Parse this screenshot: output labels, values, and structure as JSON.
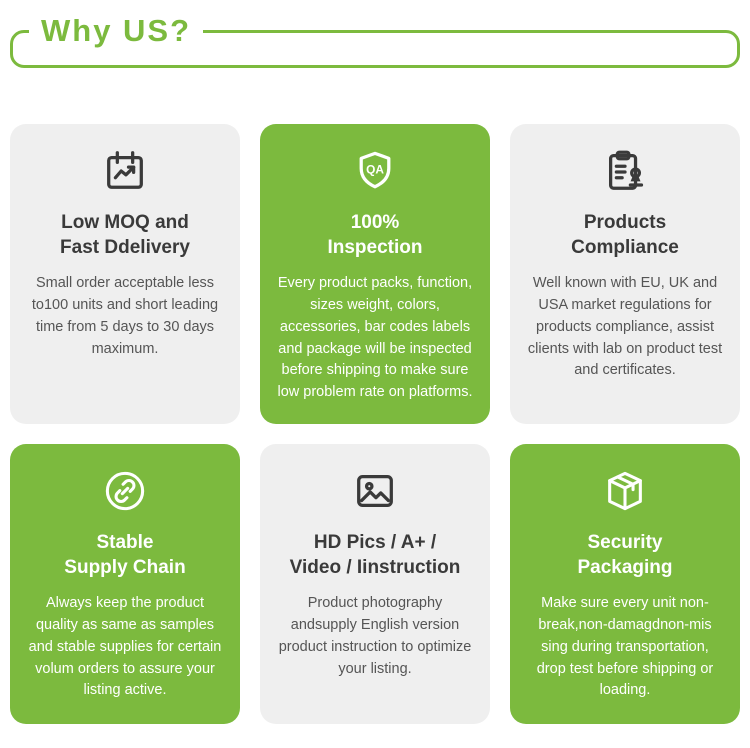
{
  "header": {
    "title": "Why US?"
  },
  "theme": {
    "green": "#7CBA3E",
    "card_gray": "#EFEFEF",
    "title_color": "#3A3A3A",
    "body_color": "#555555",
    "white": "#FFFFFF"
  },
  "cards": [
    {
      "variant": "gray",
      "icon": "calendar-chart-icon",
      "title": "Low MOQ and\nFast Ddelivery",
      "body": "Small order acceptable less to100 units and short leading time from 5 days to 30 days maximum."
    },
    {
      "variant": "green",
      "icon": "qa-shield-icon",
      "title": "100%\nInspection",
      "body": "Every product packs, function, sizes weight, colors, accessories, bar codes labels and package will be inspected before shipping to make sure low problem rate on platforms."
    },
    {
      "variant": "gray",
      "icon": "clipboard-stamp-icon",
      "title": "Products\nCompliance",
      "body": "Well known with EU, UK and USA market regulations for products compliance, assist clients with lab on product test and certificates."
    },
    {
      "variant": "green",
      "icon": "chain-link-icon",
      "title": "Stable\nSupply Chain",
      "body": "Always keep the product quality as same as samples and stable supplies for certain volum orders to assure your listing active."
    },
    {
      "variant": "gray",
      "icon": "image-icon",
      "title": "HD Pics / A+ /\nVideo / Iinstruction",
      "body": "Product photography andsupply English version product instruction to optimize your listing."
    },
    {
      "variant": "green",
      "icon": "package-box-icon",
      "title": "Security\nPackaging",
      "body": "Make sure every unit non-break,non-damagdnon-mis sing during transportation, drop test before shipping or loading."
    }
  ]
}
